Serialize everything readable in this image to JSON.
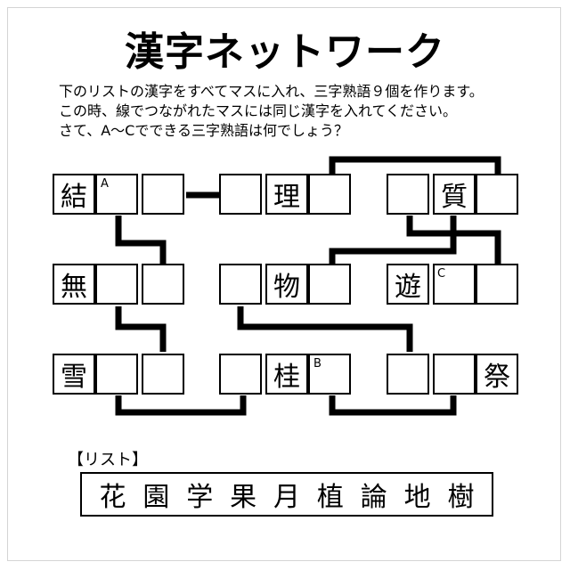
{
  "title": "漢字ネットワーク",
  "instructions": [
    "下のリストの漢字をすべてマスに入れ、三字熟語９個を作ります。",
    "この時、線でつながれたマスには同じ漢字を入れてください。",
    "さて、A〜Cでできる三字熟語は何でしょう？"
  ],
  "grid": [
    [
      "結",
      "",
      ""
    ],
    [
      "",
      "理",
      ""
    ],
    [
      "",
      "質",
      ""
    ],
    [
      "無",
      "",
      ""
    ],
    [
      "",
      "物",
      ""
    ],
    [
      "遊",
      "",
      ""
    ],
    [
      "雪",
      "",
      ""
    ],
    [
      "",
      "桂",
      ""
    ],
    [
      "",
      "",
      "祭"
    ]
  ],
  "markers": {
    "a": "A",
    "b": "B",
    "c": "C"
  },
  "list_label": "【リスト】",
  "list_chars": [
    "花",
    "園",
    "学",
    "果",
    "月",
    "植",
    "論",
    "地",
    "樹"
  ]
}
